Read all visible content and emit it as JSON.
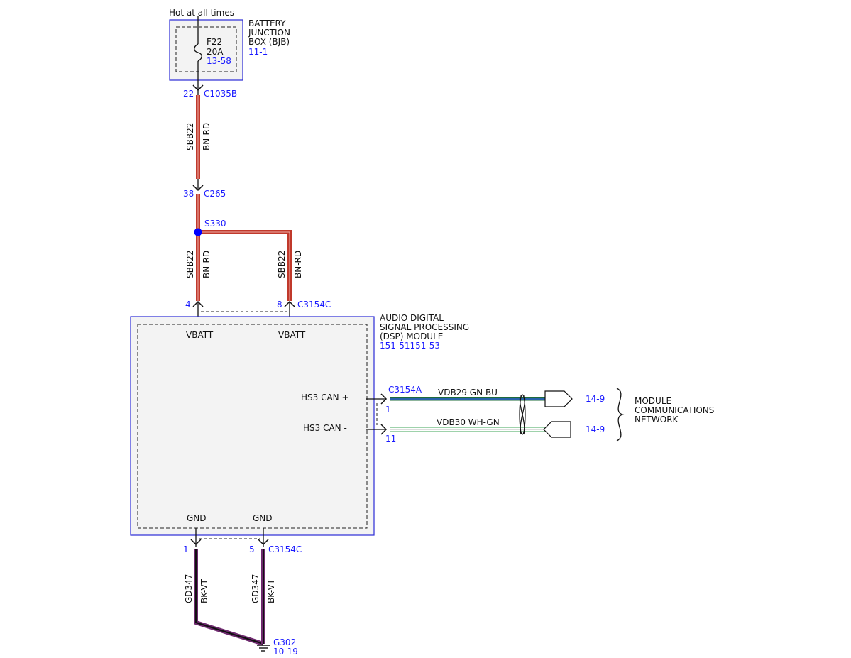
{
  "colors": {
    "module_outline": "#2b2bd6",
    "ref_text": "#1a1aff",
    "wire_bn_rd": "#c0392b",
    "wire_gn_bu": "#1f6b3a",
    "wire_wh_gn": "#7fc48f",
    "wire_bk_vt": "#6e2a6e",
    "splice_dot": "#0000ff",
    "module_fill": "#f3f3f3"
  },
  "bjb": {
    "supply_note": "Hot at all times",
    "title_line1": "BATTERY",
    "title_line2": "JUNCTION",
    "title_line3": "BOX (BJB)",
    "page_ref": "11-1",
    "fuse_id": "F22",
    "fuse_rating": "20A",
    "fuse_ref": "13-58"
  },
  "connectors": {
    "c1035b_pin": "22",
    "c1035b_name": "C1035B",
    "c265_pin": "38",
    "c265_name": "C265",
    "splice_name": "S330",
    "c3154c_pin_a": "4",
    "c3154c_pin_b": "8",
    "c3154c_name_top": "C3154C",
    "c3154a_name": "C3154A",
    "c3154a_pin_can_hi": "1",
    "c3154a_pin_can_lo": "11",
    "gnd_pin_a": "1",
    "gnd_pin_b": "5",
    "c3154c_name_bottom": "C3154C"
  },
  "wires": {
    "w1_circuit": "SBB22",
    "w1_color": "BN-RD",
    "w2_circuit": "SBB22",
    "w2_color": "BN-RD",
    "w3_circuit": "SBB22",
    "w3_color": "BN-RD",
    "can_hi_label": "VDB29  GN-BU",
    "can_lo_label": "VDB30  WH-GN",
    "gnd_a_circuit": "GD347",
    "gnd_a_color": "BK-VT",
    "gnd_b_circuit": "GD347",
    "gnd_b_color": "BK-VT"
  },
  "module": {
    "title_line1": "AUDIO DIGITAL",
    "title_line2": "SIGNAL PROCESSING",
    "title_line3": "(DSP) MODULE",
    "page_ref": "151-51151-53",
    "vbatt_a": "VBATT",
    "vbatt_b": "VBATT",
    "can_hi": "HS3 CAN +",
    "can_lo": "HS3 CAN -",
    "gnd_a": "GND",
    "gnd_b": "GND"
  },
  "network": {
    "ref_hi": "14-9",
    "ref_lo": "14-9",
    "label_line1": "MODULE",
    "label_line2": "COMMUNICATIONS",
    "label_line3": "NETWORK"
  },
  "ground": {
    "name": "G302",
    "page_ref": "10-19"
  }
}
